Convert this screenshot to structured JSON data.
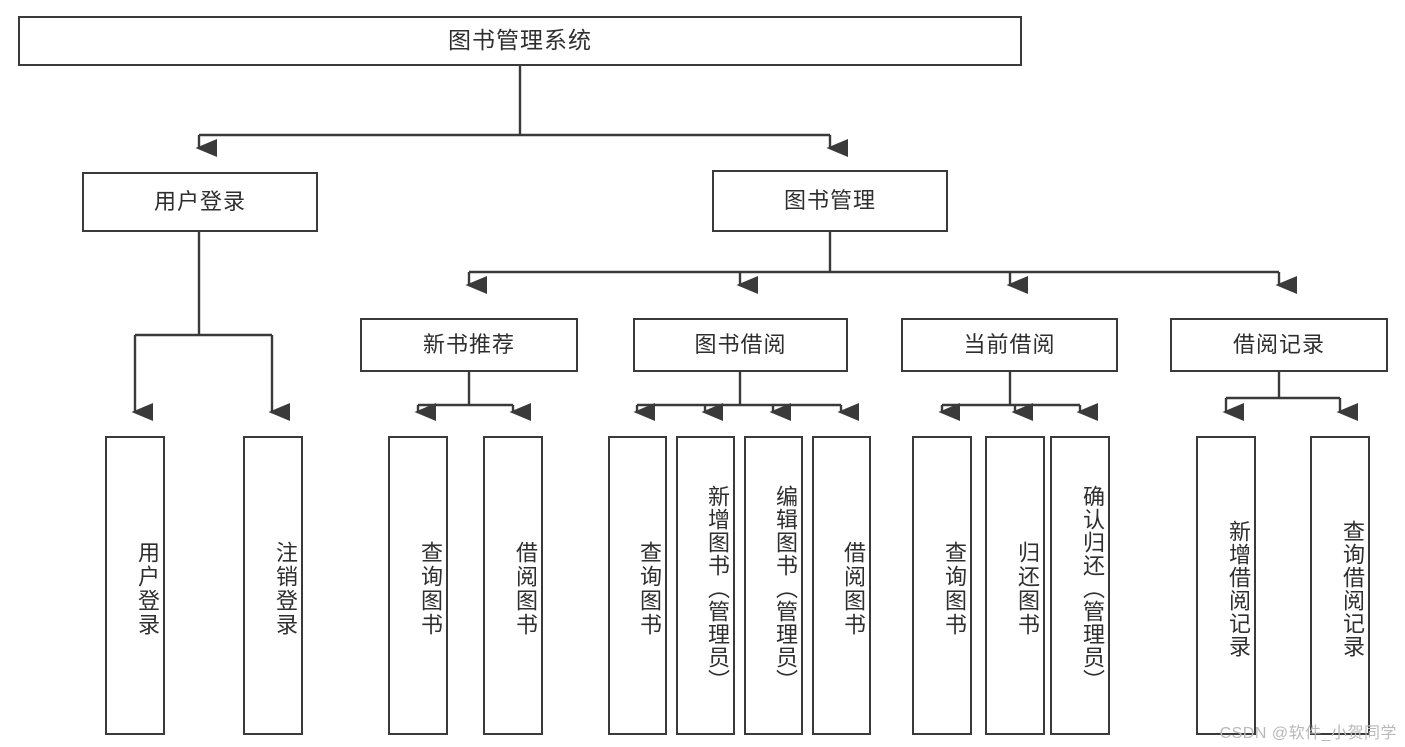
{
  "diagram": {
    "title": "图书管理系统",
    "watermark": "CSDN @软件_小贺同学",
    "colors": {
      "stroke": "#3a3a3a",
      "text": "#2e2e2e",
      "background": "#ffffff",
      "watermark": "#b9b9b9"
    },
    "root": {
      "label": "图书管理系统"
    },
    "level1": [
      {
        "id": "user-login",
        "label": "用户登录"
      },
      {
        "id": "book-management",
        "label": "图书管理"
      }
    ],
    "level2": [
      {
        "id": "new-book-recommend",
        "label": "新书推荐"
      },
      {
        "id": "book-borrow",
        "label": "图书借阅"
      },
      {
        "id": "current-borrow",
        "label": "当前借阅"
      },
      {
        "id": "borrow-record",
        "label": "借阅记录"
      }
    ],
    "leaves": {
      "user_login": [
        {
          "id": "leaf-user-login",
          "label": "用户登录"
        },
        {
          "id": "leaf-logout-login",
          "label": "注销登录"
        }
      ],
      "new_book_recommend": [
        {
          "id": "leaf-query-book-1",
          "label": "查询图书"
        },
        {
          "id": "leaf-borrow-book-1",
          "label": "借阅图书"
        }
      ],
      "book_borrow": [
        {
          "id": "leaf-query-book-2",
          "label": "查询图书"
        },
        {
          "id": "leaf-add-book",
          "label": "新增图书（管理员）"
        },
        {
          "id": "leaf-edit-book",
          "label": "编辑图书（管理员）"
        },
        {
          "id": "leaf-borrow-book-2",
          "label": "借阅图书"
        }
      ],
      "current_borrow": [
        {
          "id": "leaf-query-book-3",
          "label": "查询图书"
        },
        {
          "id": "leaf-return-book",
          "label": "归还图书"
        },
        {
          "id": "leaf-confirm-return",
          "label": "确认归还（管理员）"
        }
      ],
      "borrow_record": [
        {
          "id": "leaf-add-record",
          "label": "新增借阅记录"
        },
        {
          "id": "leaf-query-record",
          "label": "查询借阅记录"
        }
      ]
    }
  }
}
